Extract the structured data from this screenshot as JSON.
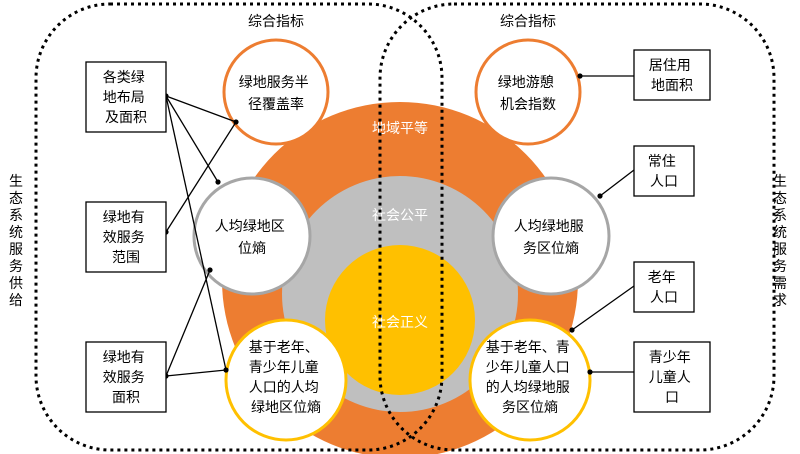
{
  "colors": {
    "outer": "#ed7d31",
    "middle": "#bfbfbf",
    "inner": "#ffc000",
    "ring_gray": "#a6a6a6",
    "ring_orange": "#ed7d31",
    "ring_gold": "#ffc000",
    "text": "#000000",
    "band_text": "#ffffff"
  },
  "headers": {
    "left": "综合指标",
    "right": "综合指标"
  },
  "side_labels": {
    "left": [
      "生",
      "态",
      "系",
      "统",
      "服",
      "务",
      "供",
      "给"
    ],
    "right": [
      "生",
      "态",
      "系",
      "统",
      "服",
      "务",
      "需",
      "求"
    ]
  },
  "bands": {
    "outer": "地域平等",
    "middle": "社会公平",
    "inner": "社会正义"
  },
  "indicators": {
    "top_left": [
      "绿地服务半",
      "径覆盖率"
    ],
    "top_right": [
      "绿地游憩",
      "机会指数"
    ],
    "mid_left": [
      "人均绿地区",
      "位熵"
    ],
    "mid_right": [
      "人均绿地服",
      "务区位熵"
    ],
    "bottom_left": [
      "基于老年、",
      "青少年儿童",
      "人口的人均",
      "绿地区位熵"
    ],
    "bottom_right": [
      "基于老年、青",
      "少年儿童人口",
      "的人均绿地服",
      "务区位熵"
    ]
  },
  "inputs": {
    "layout_area": [
      "各类绿",
      "地布局",
      "及面积"
    ],
    "service_range": [
      "绿地有",
      "效服务",
      "范围"
    ],
    "service_area": [
      "绿地有",
      "效服务",
      "面积"
    ],
    "residential_area": [
      "居住用",
      "地面积"
    ],
    "resident_pop": [
      "常住",
      "人口"
    ],
    "elderly_pop": [
      "老年",
      "人口"
    ],
    "youth_pop": [
      "青少年",
      "儿童人",
      "口"
    ]
  }
}
